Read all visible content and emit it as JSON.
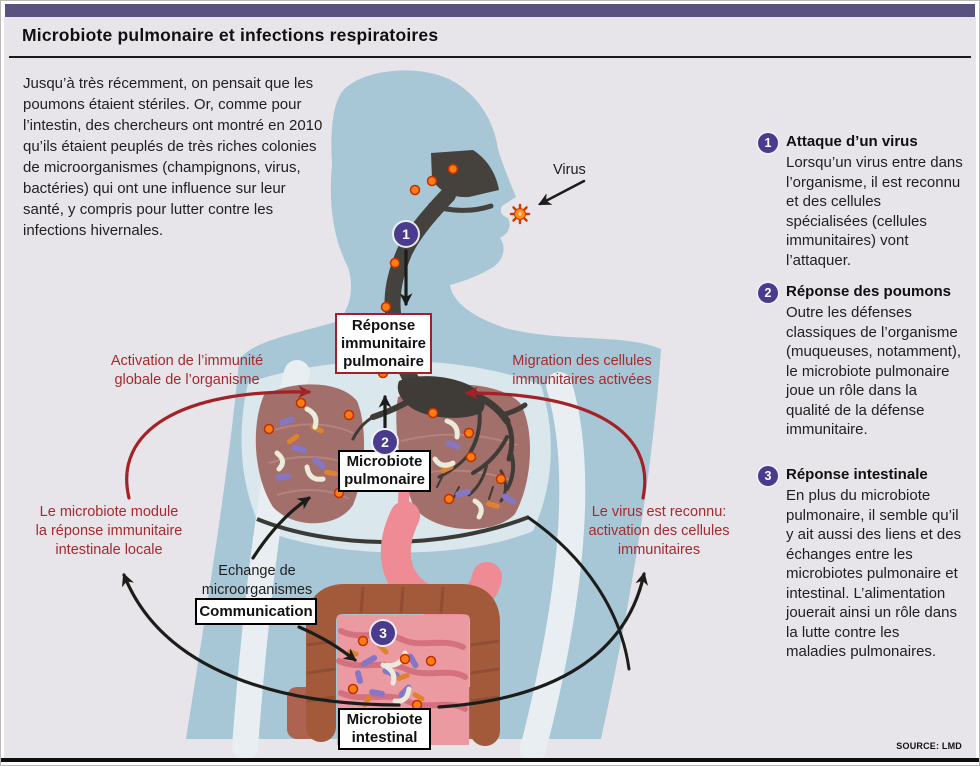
{
  "header": {
    "title": "Microbiote pulmonaire et infections respiratoires"
  },
  "intro": {
    "text": "Jusqu’à très récemment, on pensait que les poumons étaient stériles. Or, comme pour l’intestin, des chercheurs ont montré en 2010 qu’ils étaient peuplés de très riches colonies de microorganismes (champignons, virus, bactéries) qui ont une influence sur leur santé, y compris pour lutter contre les infections hivernales."
  },
  "diagram": {
    "virus_label": "Virus",
    "markers": {
      "s1": "1",
      "s2": "2",
      "s3": "3"
    },
    "boxes": {
      "immune_response": "Réponse\nimmunitaire\npulmonaire",
      "lung_microbiome": "Microbiote\npulmonaire",
      "communication": "Communication",
      "gut_microbiome": "Microbiote\nintestinal"
    },
    "annotations": {
      "activation": "Activation de l’immunité\nglobale de l’organisme",
      "migration": "Migration des cellules\nimmunitaires activées",
      "module": "Le microbiote module\nla réponse immunitaire\nintestinale locale",
      "recognized": "Le virus est reconnu:\nactivation des cellules\nimmunitaires",
      "exchange": "Echange de\nmicroorganismes"
    }
  },
  "sidebar": {
    "steps": [
      {
        "num": "1",
        "title": "Attaque d’un virus",
        "text": "Lorsqu’un virus entre dans l’organisme, il est reconnu et des cellules spécialisées (cellules immunitaires) vont l’attaquer."
      },
      {
        "num": "2",
        "title": "Réponse des poumons",
        "text": "Outre les défenses classiques de l’organisme (muqueuses, notamment), le microbiote pulmonaire joue un rôle dans la qualité de la défense immunitaire."
      },
      {
        "num": "3",
        "title": "Réponse intestinale",
        "text": "En plus du microbiote pulmonaire, il semble qu’il y ait aussi des liens et des échanges entre les microbiotes pulmonaire et intestinal. L’alimentation jouerait ainsi un rôle dans la lutte contre les maladies pulmonaires."
      }
    ]
  },
  "footer": {
    "source": "SOURCE: LMD"
  },
  "colors": {
    "top_bar": "#5a527e",
    "panel_bg": "#e7e5ea",
    "body_blue": "#a8c7d6",
    "lung": "#a26f6a",
    "airway_dark": "#45423e",
    "red_accent": "#a62a2d",
    "step_purple": "#4b3b8e",
    "intestine_brown": "#a35a3b",
    "intestine_pink": "#eb9aa1",
    "stomach_pink": "#ee8b95",
    "virus_orange": "#ff7c12"
  }
}
